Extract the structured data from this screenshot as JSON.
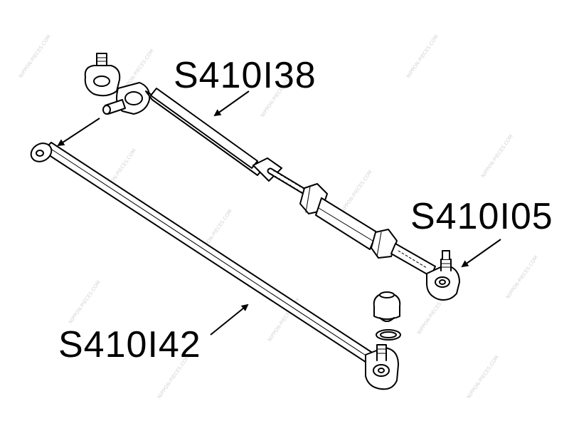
{
  "labels": {
    "top": "S410I38",
    "right": "S410I05",
    "bottom": "S410I42"
  },
  "watermark": "NIPPON-PIECES.COM",
  "colors": {
    "line": "#000000",
    "background": "#ffffff",
    "watermark": "#d4d4d4"
  }
}
